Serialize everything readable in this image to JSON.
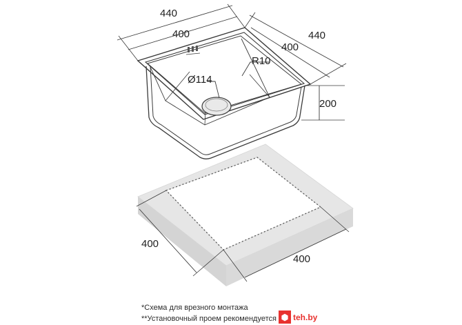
{
  "dimensions": {
    "top_outer_width": "440",
    "top_inner_width": "400",
    "side_outer_depth": "440",
    "side_inner_depth": "400",
    "radius": "R10",
    "drain_diameter": "Ø114",
    "height": "200",
    "cutout_left": "400",
    "cutout_bottom": "400"
  },
  "notes": [
    "*Схема для врезного монтажа",
    "**Установочный проем рекомендуется де"
  ],
  "watermark": "teh.by",
  "colors": {
    "line": "#3a3a3a",
    "slab": "#e6e6e6",
    "slab_edge": "#cfcfcf",
    "watermark": "#e8322f"
  }
}
